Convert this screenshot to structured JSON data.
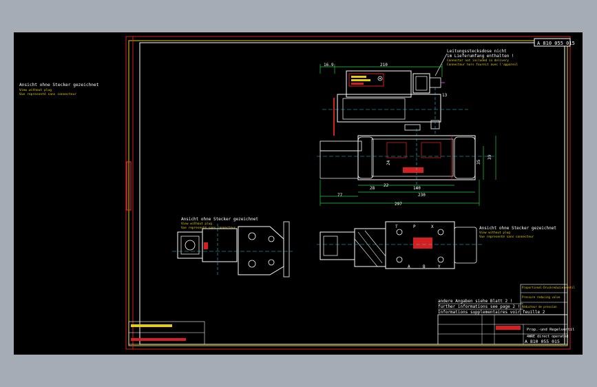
{
  "colors": {
    "background": "#000000",
    "outer_bg": "#a6acb6",
    "frame_red": "#d42020",
    "frame_yellow": "#e8d000",
    "line_white": "#ffffff",
    "dim_green": "#20d040",
    "center_cyan": "#30c8e0",
    "note_magenta": "#d040d0",
    "label_red": "#ff3030"
  },
  "drawing_number": "A 810 055 015",
  "left_note": {
    "line1": "Ansicht ohne Stecker gezeichnet",
    "line2": "View without plug",
    "line3": "Vue representé sans connecteur"
  },
  "connector_note": {
    "line1": "Leitungsstecksdose nicht",
    "line2": "im Lieferumfang enthalten !",
    "line3": "Connector not included in delivery",
    "line4": "Connecteur hors fournit avec l'appareil"
  },
  "dimensions": {
    "d_16_9": "16.9",
    "d_210": "210",
    "d_13": "13",
    "d_28": "28",
    "d_22": "22",
    "d_140": "140",
    "d_230": "230",
    "d_77": "77",
    "d_297": "297",
    "d_39": "39",
    "d_35": "35",
    "d_24": "24"
  },
  "port_labels": {
    "t": "T",
    "p": "P",
    "x": "X",
    "a": "A",
    "b": "B",
    "y": "Y"
  },
  "mid_left_note": {
    "line1": "Ansicht ohne Stecker gezeichnet",
    "line2": "View without plug",
    "line3": "Vue representé sans connecteur"
  },
  "mid_right_note": {
    "line1": "Ansicht ohne Stecker gezeichnet",
    "line2": "View without plug",
    "line3": "Vue representé sans connecteur"
  },
  "bottom_notes": {
    "line1": "andere Angaben siehe Blatt 2 !",
    "line2": "further informations see page 2 !",
    "line3": "Informations supplementaires voir feuille 2"
  },
  "title_block": {
    "r1": "Proportional-Druckreduzierventil",
    "r2": "Pressure reducing valve",
    "r3": "Réducteur de pression",
    "name1": "Prop.-und Regelventil",
    "name2": "4WRE direct operated",
    "number": "A 810 055 015"
  }
}
